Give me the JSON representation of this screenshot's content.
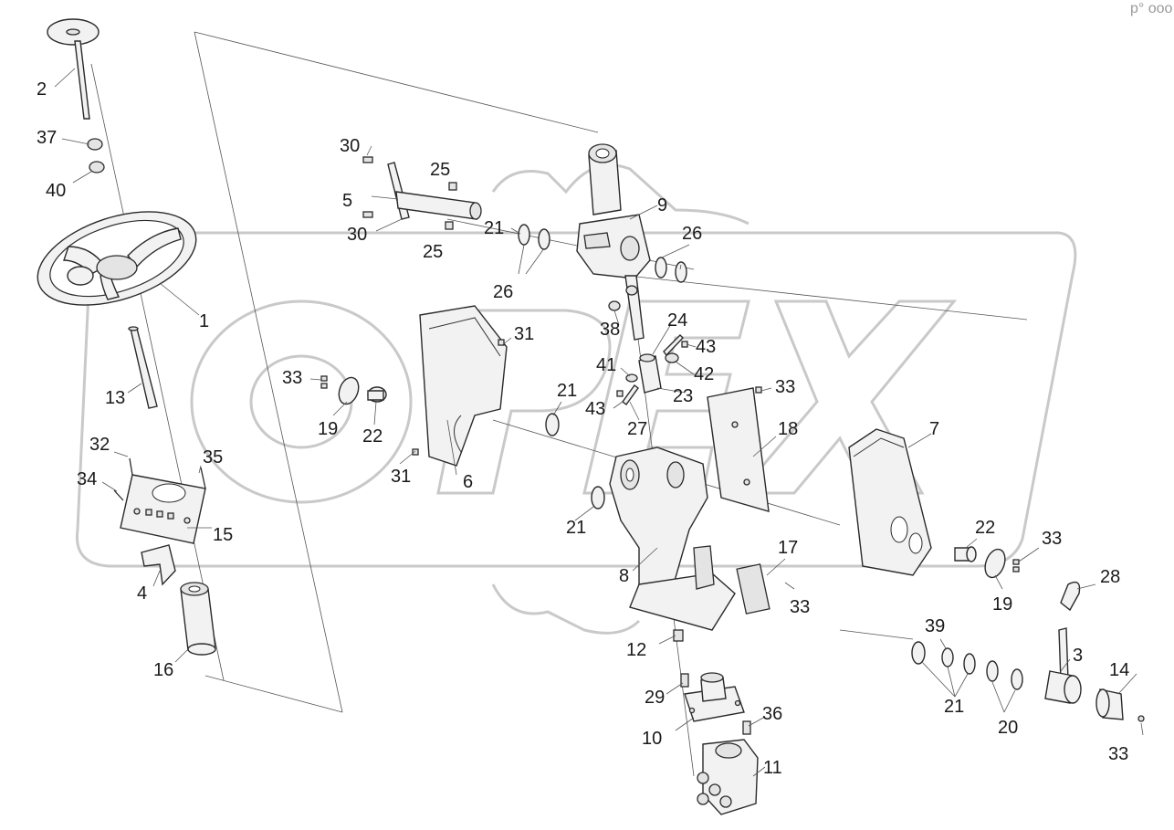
{
  "watermark_text": "OPEX",
  "corner_mark": "p° ooo",
  "callouts": [
    {
      "id": "c1",
      "text": "1"
    },
    {
      "id": "c2",
      "text": "2"
    },
    {
      "id": "c3",
      "text": "3"
    },
    {
      "id": "c4",
      "text": "4"
    },
    {
      "id": "c5",
      "text": "5"
    },
    {
      "id": "c6",
      "text": "6"
    },
    {
      "id": "c7",
      "text": "7"
    },
    {
      "id": "c8",
      "text": "8"
    },
    {
      "id": "c9",
      "text": "9"
    },
    {
      "id": "c10",
      "text": "10"
    },
    {
      "id": "c11",
      "text": "11"
    },
    {
      "id": "c12",
      "text": "12"
    },
    {
      "id": "c13",
      "text": "13"
    },
    {
      "id": "c14",
      "text": "14"
    },
    {
      "id": "c15",
      "text": "15"
    },
    {
      "id": "c16",
      "text": "16"
    },
    {
      "id": "c17",
      "text": "17"
    },
    {
      "id": "c18",
      "text": "18"
    },
    {
      "id": "c19a",
      "text": "19"
    },
    {
      "id": "c19b",
      "text": "19"
    },
    {
      "id": "c20",
      "text": "20"
    },
    {
      "id": "c21a",
      "text": "21"
    },
    {
      "id": "c21b",
      "text": "21"
    },
    {
      "id": "c21c",
      "text": "21"
    },
    {
      "id": "c21d",
      "text": "21"
    },
    {
      "id": "c22a",
      "text": "22"
    },
    {
      "id": "c22b",
      "text": "22"
    },
    {
      "id": "c23",
      "text": "23"
    },
    {
      "id": "c24",
      "text": "24"
    },
    {
      "id": "c25a",
      "text": "25"
    },
    {
      "id": "c25b",
      "text": "25"
    },
    {
      "id": "c26a",
      "text": "26"
    },
    {
      "id": "c26b",
      "text": "26"
    },
    {
      "id": "c27",
      "text": "27"
    },
    {
      "id": "c28",
      "text": "28"
    },
    {
      "id": "c29",
      "text": "29"
    },
    {
      "id": "c30a",
      "text": "30"
    },
    {
      "id": "c30b",
      "text": "30"
    },
    {
      "id": "c31a",
      "text": "31"
    },
    {
      "id": "c31b",
      "text": "31"
    },
    {
      "id": "c32",
      "text": "32"
    },
    {
      "id": "c33a",
      "text": "33"
    },
    {
      "id": "c33b",
      "text": "33"
    },
    {
      "id": "c33c",
      "text": "33"
    },
    {
      "id": "c33d",
      "text": "33"
    },
    {
      "id": "c33e",
      "text": "33"
    },
    {
      "id": "c34",
      "text": "34"
    },
    {
      "id": "c35",
      "text": "35"
    },
    {
      "id": "c36",
      "text": "36"
    },
    {
      "id": "c37",
      "text": "37"
    },
    {
      "id": "c38",
      "text": "38"
    },
    {
      "id": "c39",
      "text": "39"
    },
    {
      "id": "c40",
      "text": "40"
    },
    {
      "id": "c41",
      "text": "41"
    },
    {
      "id": "c42",
      "text": "42"
    },
    {
      "id": "c43a",
      "text": "43"
    },
    {
      "id": "c43b",
      "text": "43"
    }
  ]
}
